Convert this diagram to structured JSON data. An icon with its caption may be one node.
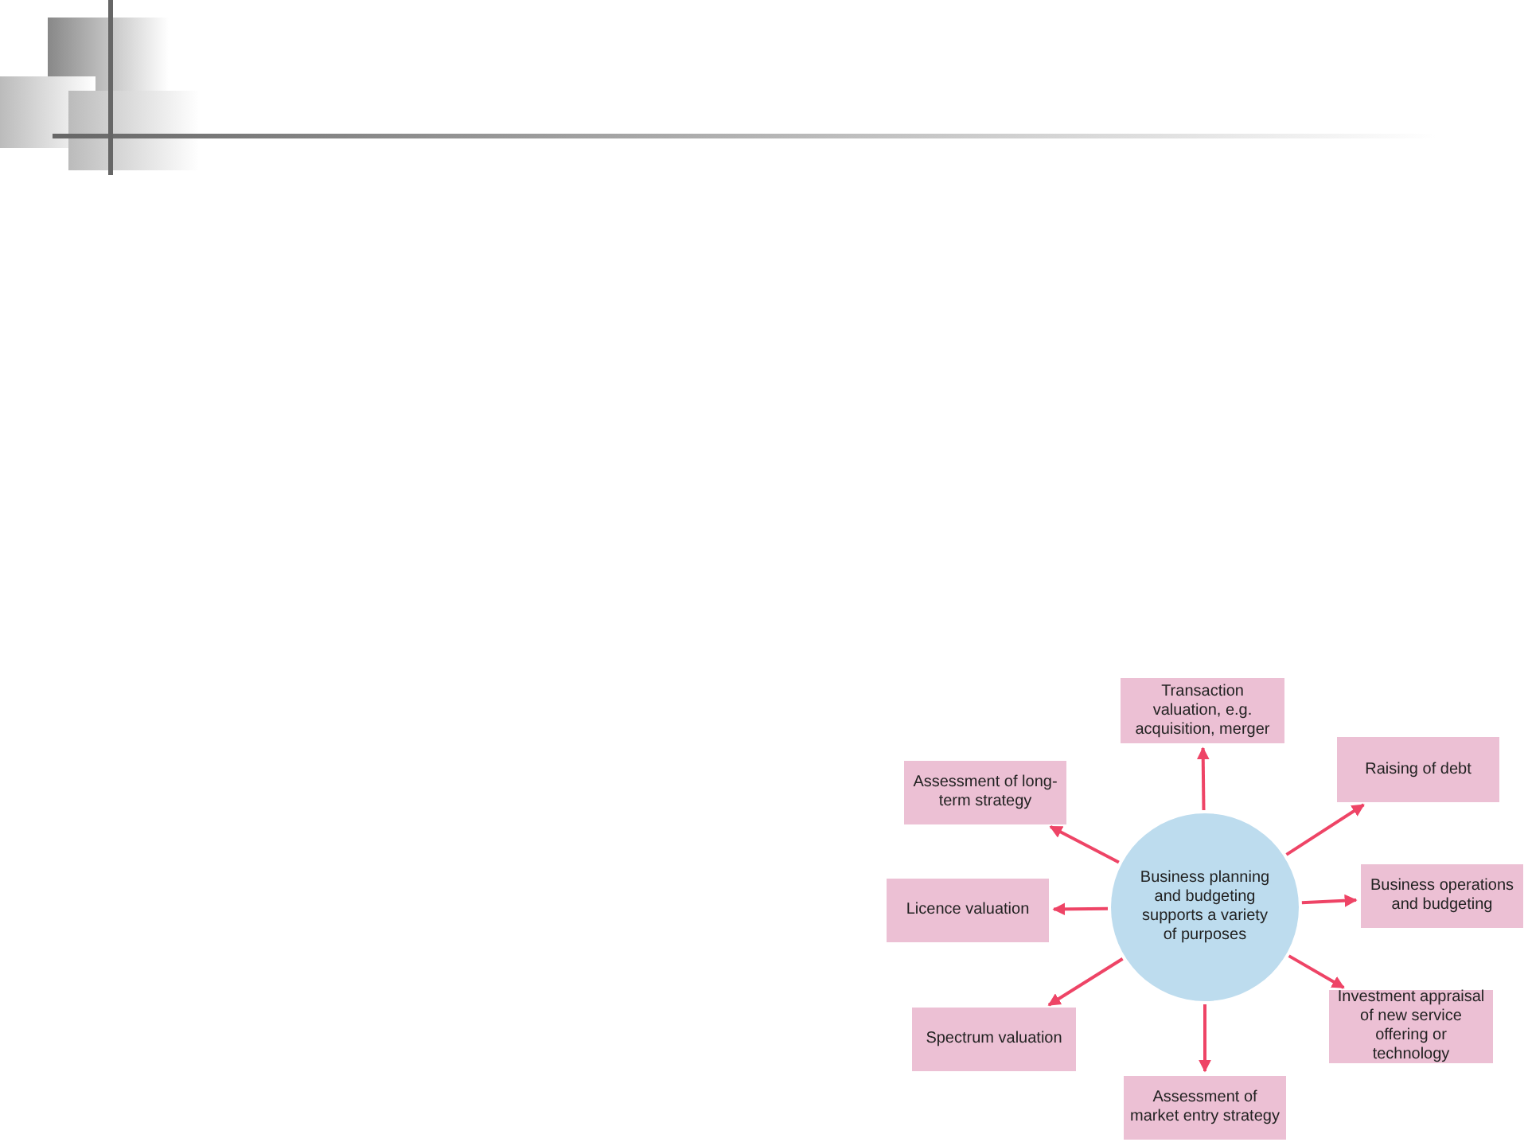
{
  "diagram": {
    "nodes": [
      {
        "text": [
          "Business planning and budgeting supports a variety of purposes"
        ]
      },
      {
        "text": [
          "Transaction valuation, e.g. acquisition, merger"
        ]
      },
      {
        "text": [
          "Raising of debt"
        ]
      },
      {
        "text": [
          "Assessment of long- term strategy"
        ]
      },
      {
        "text": [
          "Business operations and budgeting"
        ]
      },
      {
        "text": [
          "Licence valuation"
        ]
      },
      {
        "text": [
          "Investment appraisal of new service offering or technology"
        ]
      },
      {
        "text": [
          "Spectrum valuation"
        ]
      },
      {
        "text": [
          "Assessment of market entry strategy"
        ]
      }
    ],
    "edges": [
      {
        "from": 0,
        "to": 1,
        "arrow": "to"
      },
      {
        "from": 0,
        "to": 2,
        "arrow": "to"
      },
      {
        "from": 0,
        "to": 3,
        "arrow": "to"
      },
      {
        "from": 0,
        "to": 4,
        "arrow": "to"
      },
      {
        "from": 0,
        "to": 5,
        "arrow": "to"
      },
      {
        "from": 0,
        "to": 6,
        "arrow": "to"
      },
      {
        "from": 0,
        "to": 7,
        "arrow": "to"
      },
      {
        "from": 0,
        "to": 8,
        "arrow": "to"
      }
    ]
  }
}
